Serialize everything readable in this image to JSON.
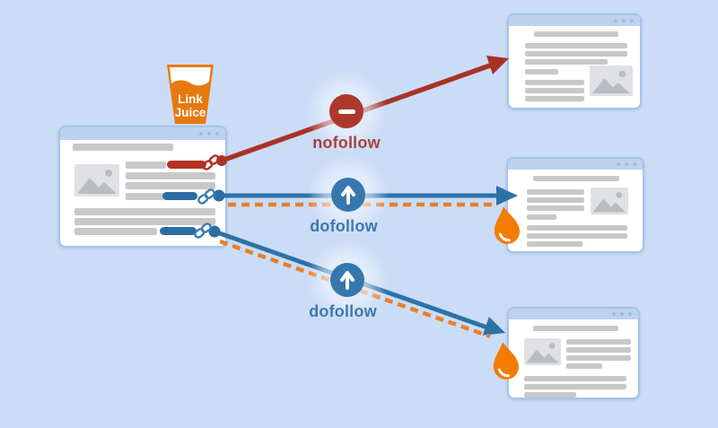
{
  "diagram": {
    "type": "seo-link-juice-flow",
    "juice_cup": {
      "line1": "Link",
      "line2": "Juice"
    },
    "links": [
      {
        "id": "nofollow-link",
        "label": "nofollow",
        "badge_icon": "minus-icon",
        "line_color": "#a93226",
        "line_style": "solid",
        "passes_link_juice": false
      },
      {
        "id": "dofollow-link-1",
        "label": "dofollow",
        "badge_icon": "arrow-up-icon",
        "line_color": "#2d72a6",
        "line_style": "solid-with-orange-dash",
        "passes_link_juice": true
      },
      {
        "id": "dofollow-link-2",
        "label": "dofollow",
        "badge_icon": "arrow-up-icon",
        "line_color": "#2d72a6",
        "line_style": "solid-with-orange-dash",
        "passes_link_juice": true
      }
    ],
    "windows": [
      {
        "id": "source-page",
        "role": "linking page",
        "has_juice_cup": true
      },
      {
        "id": "target-page-nofollow",
        "role": "target of nofollow link",
        "receives_juice": false
      },
      {
        "id": "target-page-dofollow-1",
        "role": "target of dofollow link",
        "receives_juice": true
      },
      {
        "id": "target-page-dofollow-2",
        "role": "target of dofollow link",
        "receives_juice": true
      }
    ],
    "colors": {
      "background": "#cbdcf6",
      "window_border": "#a6c4e9",
      "window_header": "#bcd2ef",
      "bar_gray": "#c8c8c8",
      "red": "#a93226",
      "blue": "#2d72a6",
      "orange_dash": "#e87f28",
      "cup_orange": "#e8790f",
      "droplet_orange": "#f37b00"
    }
  }
}
